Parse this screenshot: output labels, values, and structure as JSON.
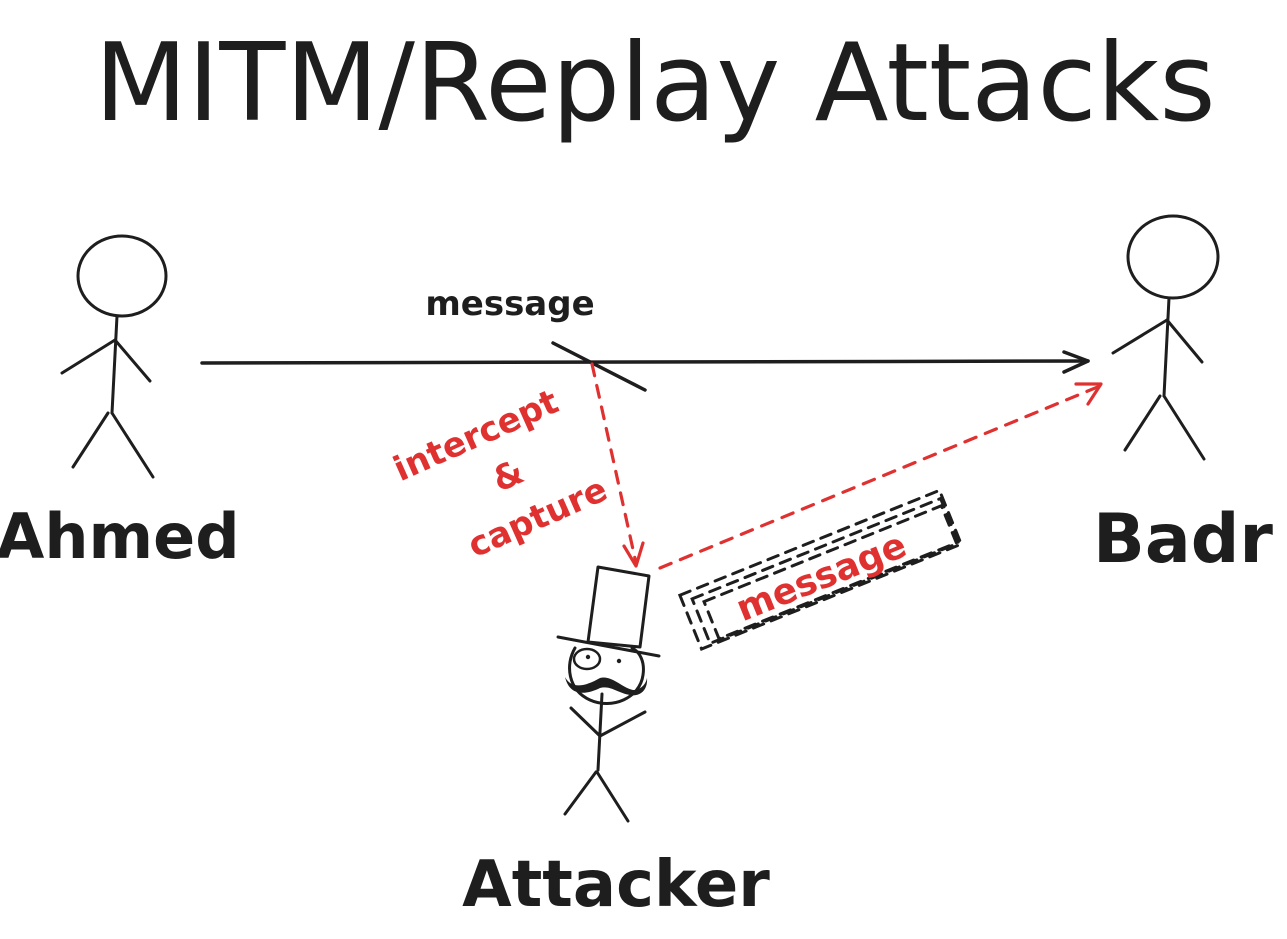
{
  "title": "MITM/Replay Attacks",
  "actors": {
    "sender": {
      "name": "Ahmed"
    },
    "receiver": {
      "name": "Badr"
    },
    "attacker": {
      "name": "Attacker"
    }
  },
  "flows": {
    "original": {
      "label": "message",
      "from": "Ahmed",
      "to": "Badr"
    },
    "intercept": {
      "label_line1": "intercept",
      "label_line2": "&",
      "label_line3": "capture"
    },
    "replay": {
      "label": "message",
      "from": "Attacker",
      "to": "Badr"
    }
  },
  "colors": {
    "ink": "#1e1e1e",
    "attack": "#e03131",
    "background": "#ffffff"
  }
}
